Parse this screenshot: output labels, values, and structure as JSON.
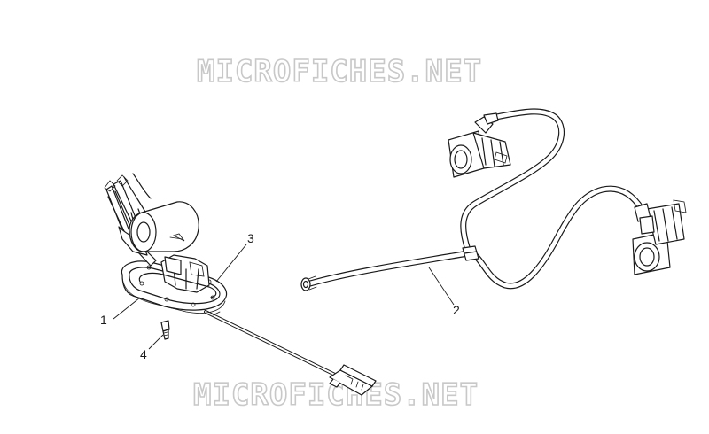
{
  "watermark": {
    "top_text": "MICROFICHES.NET",
    "bottom_text": "MICROFICHES.NET"
  },
  "callouts": {
    "part_1": "1",
    "part_2": "2",
    "part_3": "3",
    "part_4": "4"
  },
  "colors": {
    "line": "#1a1a1a",
    "watermark": "#c8c8c8",
    "background": "#ffffff"
  }
}
